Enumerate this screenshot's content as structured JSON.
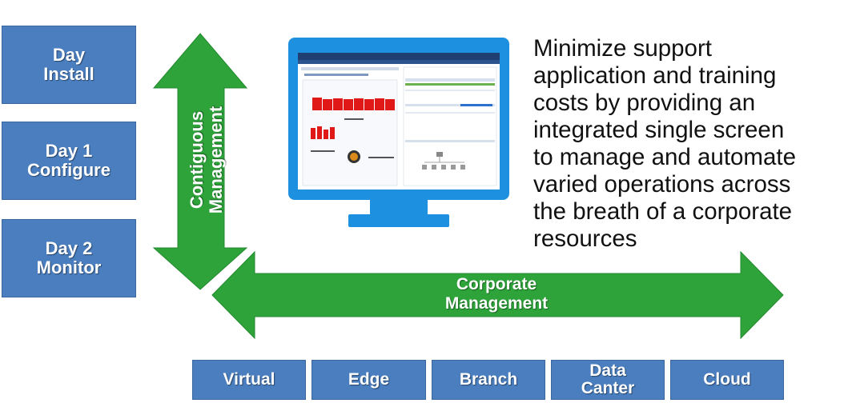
{
  "lifecycle": {
    "items": [
      {
        "line1": "Day",
        "line2": "Install"
      },
      {
        "line1": "Day 1",
        "line2": "Configure"
      },
      {
        "line1": "Day 2",
        "line2": "Monitor"
      }
    ]
  },
  "arrows": {
    "vertical": {
      "line1": "Contiguous",
      "line2": "Management"
    },
    "horizontal": {
      "line1": "Corporate",
      "line2": "Management"
    },
    "color": "#2ea33a"
  },
  "description": {
    "lines": [
      "Minimize support",
      "application and training",
      "costs by providing an",
      "integrated single screen",
      "to manage and automate",
      "varied operations across",
      "the breath of a corporate",
      "resources"
    ]
  },
  "resources": [
    {
      "line1": "Virtual",
      "line2": ""
    },
    {
      "line1": "Edge",
      "line2": ""
    },
    {
      "line1": "Branch",
      "line2": ""
    },
    {
      "line1": "Data",
      "line2": "Canter"
    },
    {
      "line1": "Cloud",
      "line2": ""
    }
  ],
  "colors": {
    "box": "#4a7ebf",
    "monitor": "#1e90e0"
  }
}
